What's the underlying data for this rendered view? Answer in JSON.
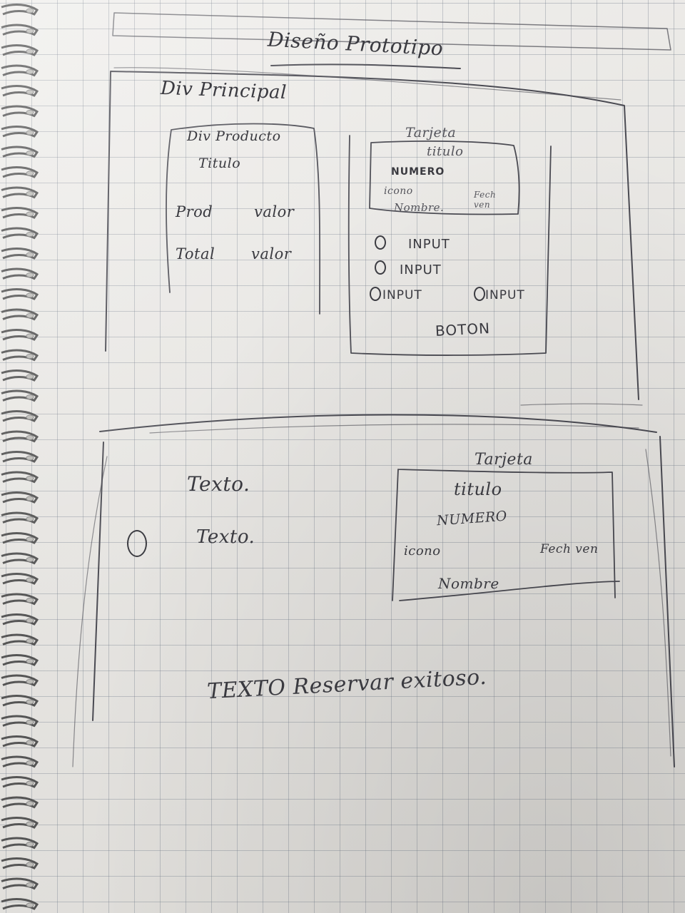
{
  "sketch": {
    "title": "Diseño Prototipo",
    "main_div_label": "Div Principal",
    "product_box": {
      "label": "Div Producto",
      "title": "Titulo",
      "rows": [
        {
          "label": "Prod",
          "value": "valor"
        },
        {
          "label": "Total",
          "value": "valor"
        }
      ]
    },
    "card_top": {
      "label": "Tarjeta",
      "title": "titulo",
      "number": "NUMERO",
      "icon": "icono",
      "date": "Fech ven",
      "name": "Nombre."
    },
    "inputs": [
      "INPUT",
      "INPUT",
      "INPUT",
      "INPUT"
    ],
    "button": "BOTON",
    "bottom_texts": [
      "Texto.",
      "Texto."
    ],
    "card_bottom": {
      "label": "Tarjeta",
      "title": "titulo",
      "number": "NUMERO",
      "icon": "icono",
      "date": "Fech ven",
      "name": "Nombre"
    },
    "footer_text": "TEXTO Reservar exitoso."
  }
}
